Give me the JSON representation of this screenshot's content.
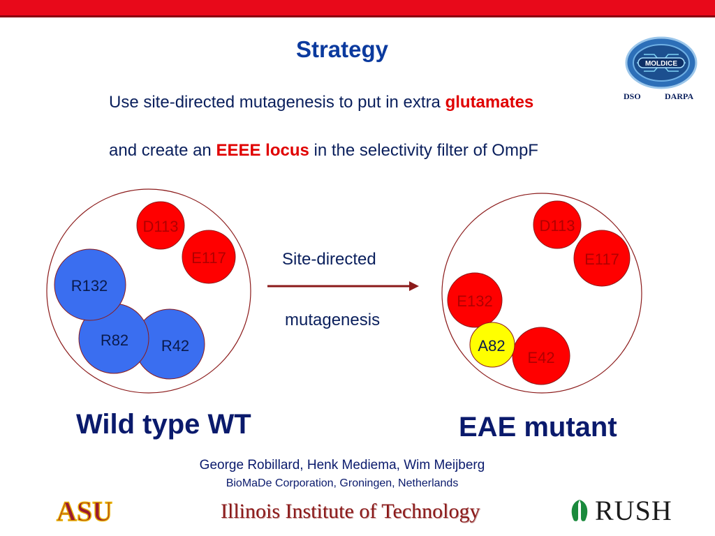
{
  "slide": {
    "title": "Strategy",
    "line1_pre": "Use site-directed mutagenesis to put in extra ",
    "line1_highlight": "glutamates",
    "line2_pre": "and create an ",
    "line2_highlight": "EEEE locus",
    "line2_post": " in the selectivity filter of OmpF"
  },
  "logos": {
    "moldice_text": "MOLDICE",
    "dso": "DSO",
    "darpa": "DARPA",
    "asu": "ASU",
    "iit": "Illinois Institute of Technology",
    "rush": "RUSH"
  },
  "diagram": {
    "arrow_label_top": "Site-directed",
    "arrow_label_bottom": "mutagenesis",
    "wild_type": {
      "label": "Wild type WT",
      "residues": [
        "D113",
        "E117",
        "R132",
        "R82",
        "R42"
      ]
    },
    "mutant": {
      "label": "EAE mutant",
      "residues": [
        "D113",
        "E117",
        "E132",
        "A82",
        "E42"
      ]
    }
  },
  "credits": {
    "names": "George Robillard, Henk Mediema, Wim Meijberg",
    "organization": "BioMaDe Corporation, Groningen, Netherlands"
  },
  "colors": {
    "brand_red": "#e8091a",
    "title_blue": "#0b3a9e",
    "glutamate_red": "#ff0000",
    "arginine_blue": "#3a6ef0",
    "alanine_yellow": "#ffff00"
  }
}
